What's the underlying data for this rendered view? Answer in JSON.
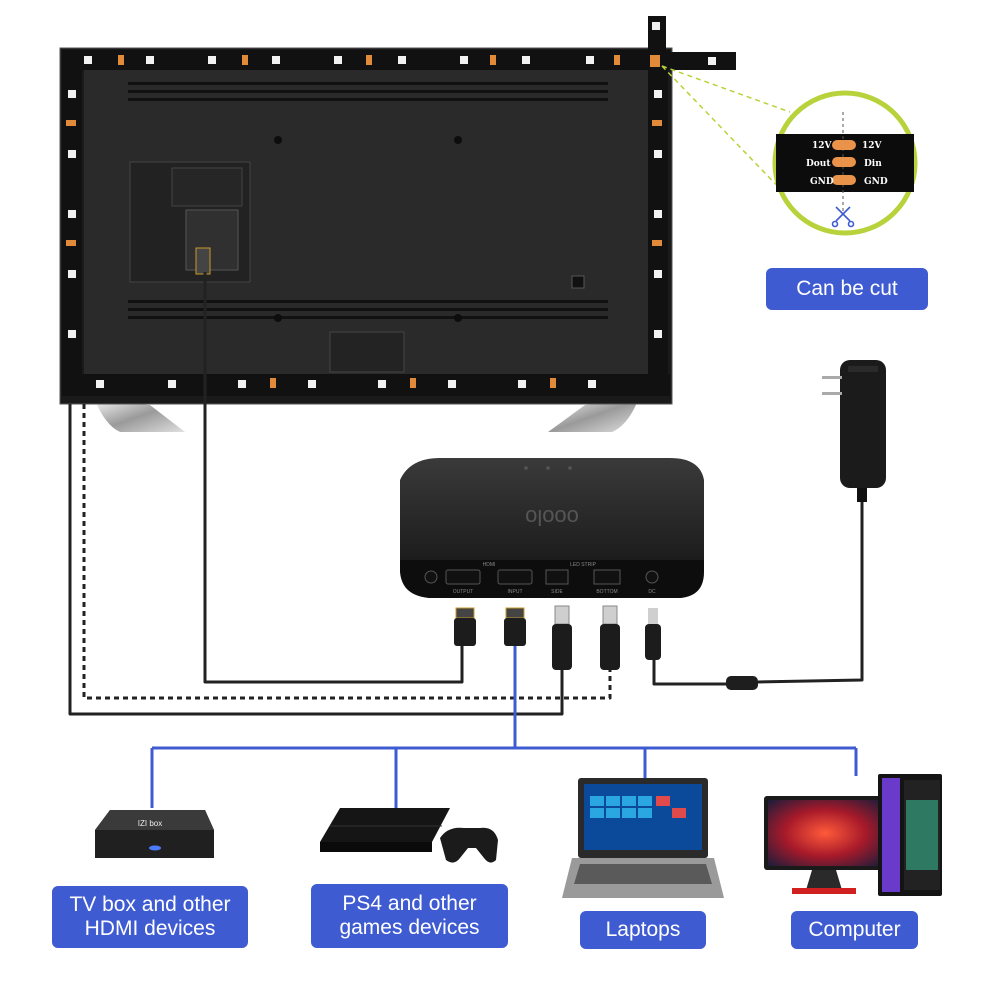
{
  "callout": {
    "pads": [
      {
        "left": "12V",
        "right": "12V"
      },
      {
        "left": "Dout",
        "right": "Din"
      },
      {
        "left": "GND",
        "right": "GND"
      }
    ],
    "label": "Can be cut"
  },
  "sync_box": {
    "brand": "ooolo",
    "port_labels": [
      "OUTPUT",
      "INPUT",
      "SIDE",
      "BOTTOM",
      "DC"
    ],
    "group_labels": [
      "HDMI",
      "LED STRIP"
    ]
  },
  "tv_box_brand": "IZI box",
  "devices": [
    {
      "label": "TV box and other\nHDMI devices",
      "icon": "tv-box-icon"
    },
    {
      "label": "PS4 and other\ngames devices",
      "icon": "ps4-console-icon"
    },
    {
      "label": "Laptops",
      "icon": "laptop-icon"
    },
    {
      "label": "Computer",
      "icon": "computer-icon"
    }
  ],
  "colors": {
    "label_bg": "#3f5bd1",
    "connector_line": "#3f5bd1",
    "cable": "#222222",
    "callout_line": "#b7d23a"
  }
}
